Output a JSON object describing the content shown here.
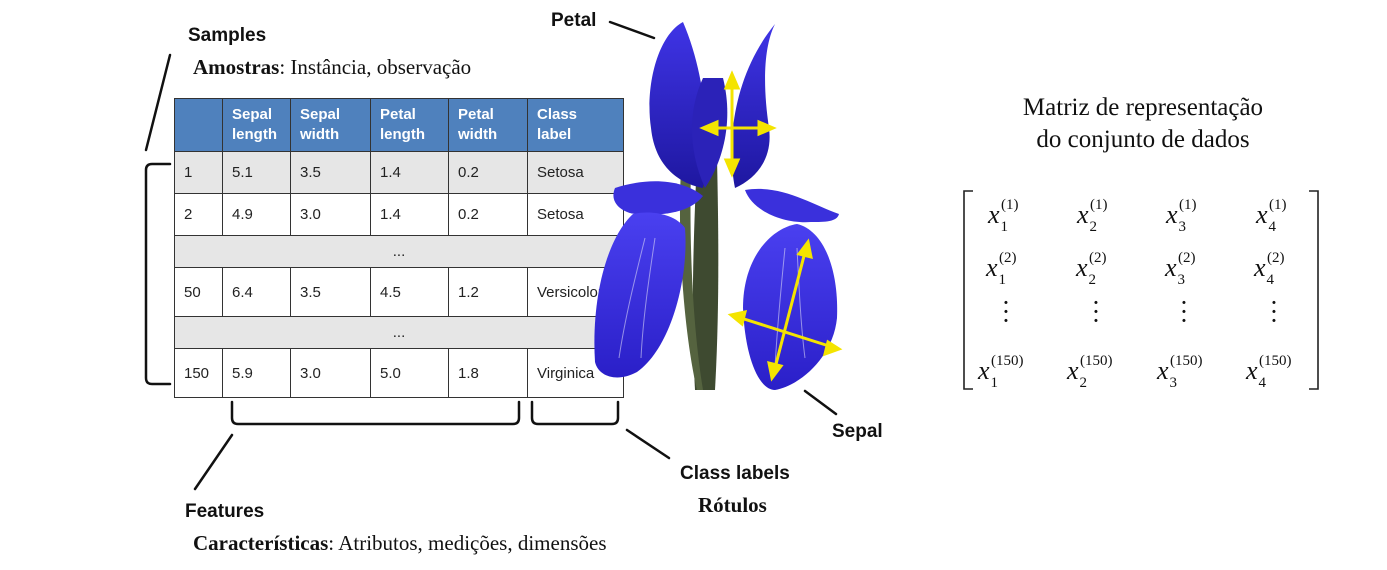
{
  "labels": {
    "samples": "Samples",
    "samples_pt_bold": "Amostras",
    "samples_pt_rest": ": Instância, observação",
    "features": "Features",
    "features_pt_bold": "Características",
    "features_pt_rest": ": Atributos, medições, dimensões",
    "class_labels": "Class labels",
    "class_labels_pt": "Rótulos",
    "petal": "Petal",
    "sepal": "Sepal"
  },
  "table": {
    "headers": [
      "",
      "Sepal length",
      "Sepal width",
      "Petal length",
      "Petal width",
      "Class label"
    ],
    "rows": [
      [
        "1",
        "5.1",
        "3.5",
        "1.4",
        "0.2",
        "Setosa"
      ],
      [
        "2",
        "4.9",
        "3.0",
        "1.4",
        "0.2",
        "Setosa"
      ],
      [
        "...",
        "",
        "",
        "",
        "",
        ""
      ],
      [
        "50",
        "6.4",
        "3.5",
        "4.5",
        "1.2",
        "Versicolor"
      ],
      [
        "...",
        "",
        "",
        "",
        "",
        ""
      ],
      [
        "150",
        "5.9",
        "3.0",
        "5.0",
        "1.8",
        "Virginica"
      ]
    ]
  },
  "matrix": {
    "title_line1": "Matriz de representação",
    "title_line2": "do conjunto de dados",
    "symbol": "x",
    "subscripts": [
      "1",
      "2",
      "3",
      "4"
    ],
    "superscripts": [
      "(1)",
      "(2)",
      "(150)"
    ]
  },
  "colors": {
    "header_fill": "#4f81bd",
    "shaded_row": "#e6e6e6",
    "flower_blue": "#3a2fd6",
    "arrow_yellow": "#f4e400"
  },
  "icons": [
    "iris-flower-illustration"
  ]
}
